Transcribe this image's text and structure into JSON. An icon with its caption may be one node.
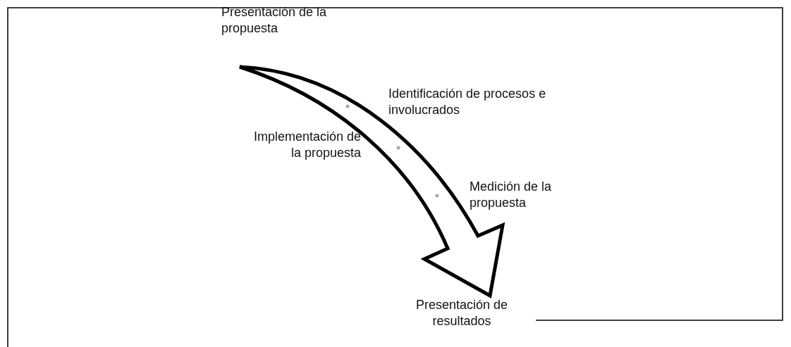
{
  "diagram": {
    "labels": [
      "Presentación de la propuesta",
      "Identificación de procesos e involucrados",
      "Implementación de la propuesta",
      "Medición de la propuesta",
      "Presentación de resultados"
    ]
  }
}
